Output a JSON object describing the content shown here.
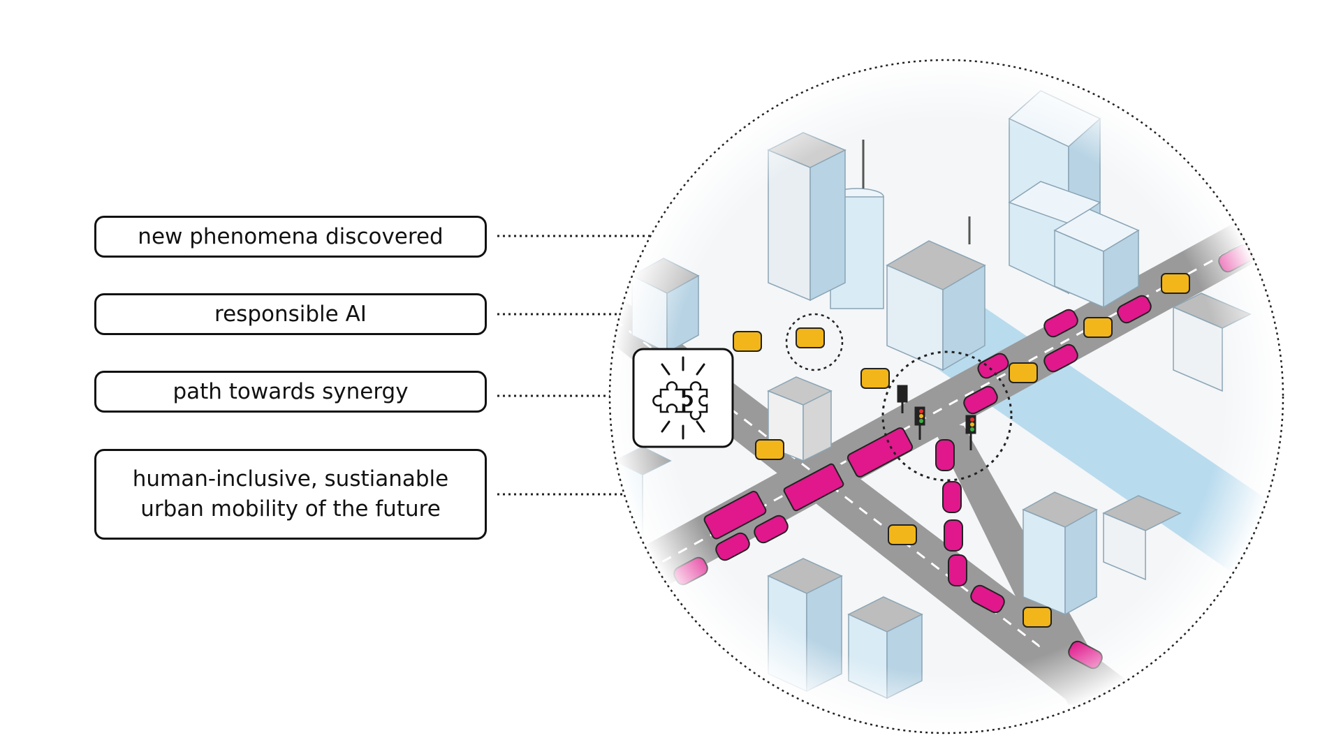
{
  "labels": [
    {
      "text": "new phenomena discovered"
    },
    {
      "text": "responsible AI"
    },
    {
      "text": "path towards synergy"
    },
    {
      "lines": [
        "human-inclusive, sustianable",
        "urban mobility of the future"
      ]
    }
  ],
  "colors": {
    "accent_magenta": "#e0188c",
    "autonomous_yellow": "#f3b61a",
    "road_gray": "#9a9a9a",
    "building_blue": "#d9ebf5",
    "water": "#b9dbee",
    "outline": "#111111"
  },
  "icons": [
    "puzzle-pieces-icon",
    "traffic-light-icon",
    "car-icon",
    "bus-icon",
    "truck-icon",
    "autonomous-shuttle-icon"
  ]
}
